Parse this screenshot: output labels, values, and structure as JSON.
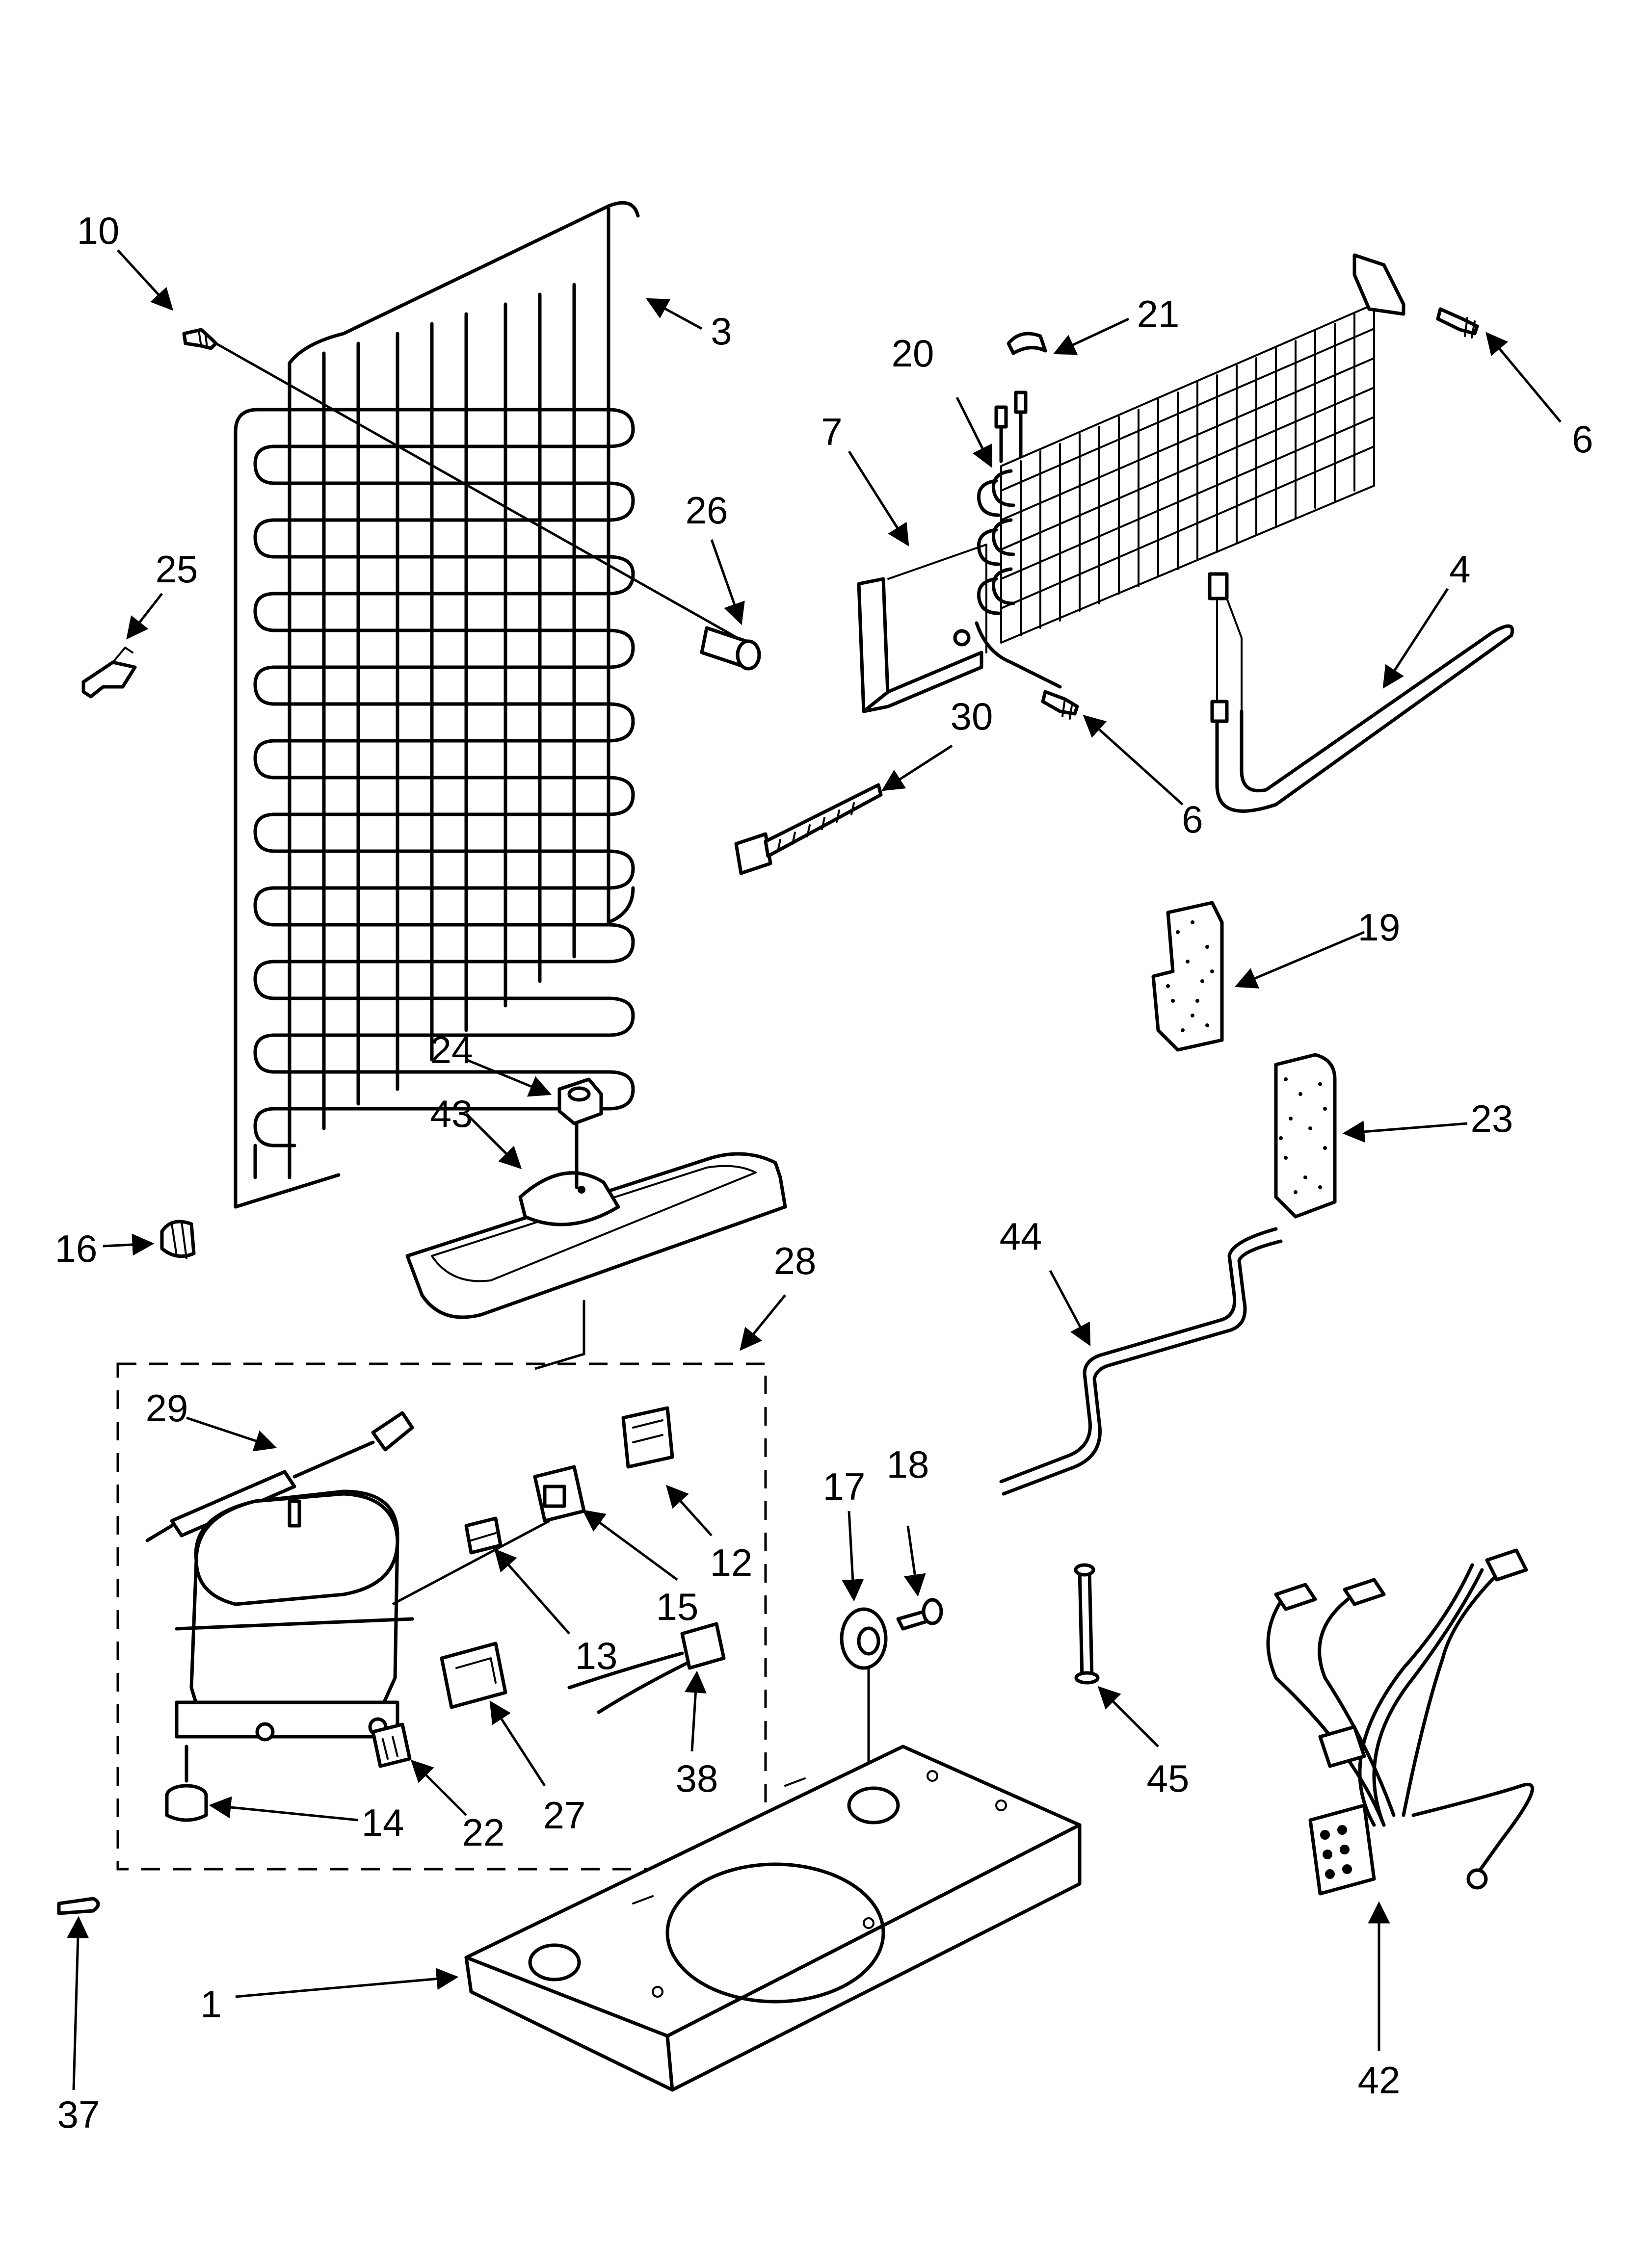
{
  "callouts": {
    "c1": "1",
    "c3": "3",
    "c4": "4",
    "c6a": "6",
    "c6b": "6",
    "c7": "7",
    "c10": "10",
    "c12": "12",
    "c13": "13",
    "c14": "14",
    "c15": "15",
    "c16": "16",
    "c17": "17",
    "c18": "18",
    "c19": "19",
    "c20": "20",
    "c21": "21",
    "c22": "22",
    "c23": "23",
    "c24": "24",
    "c25": "25",
    "c26": "26",
    "c27": "27",
    "c28": "28",
    "c29": "29",
    "c30": "30",
    "c37": "37",
    "c38": "38",
    "c42": "42",
    "c43": "43",
    "c44": "44",
    "c45": "45"
  },
  "colors": {
    "ink": "#000000",
    "background": "#ffffff"
  },
  "icons": {
    "condenser": "condenser-coil-icon",
    "evaporator": "evaporator-icon",
    "compressor": "compressor-icon",
    "base": "machine-compartment-base-icon",
    "harness": "wiring-harness-icon"
  }
}
